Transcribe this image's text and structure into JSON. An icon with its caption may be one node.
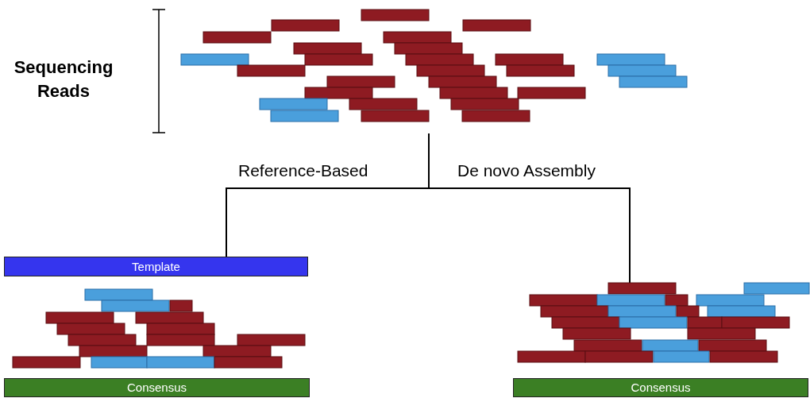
{
  "diagram": {
    "nodes": [
      {
        "text": [],
        "shape": "picture",
        "beside": [
          "Sequencing Reads"
        ]
      },
      {
        "text": [
          "Template"
        ]
      },
      {
        "text": [],
        "shape": "picture"
      },
      {
        "text": [],
        "shape": "picture"
      },
      {
        "text": [
          "Consensus"
        ]
      },
      {
        "text": [
          "Consensus"
        ]
      }
    ],
    "edges": [
      {
        "from": 0,
        "to": 1,
        "arrow": "none",
        "label": "Reference-Based"
      },
      {
        "from": 0,
        "to": 3,
        "arrow": "none",
        "label": "De novo Assembly"
      }
    ]
  }
}
